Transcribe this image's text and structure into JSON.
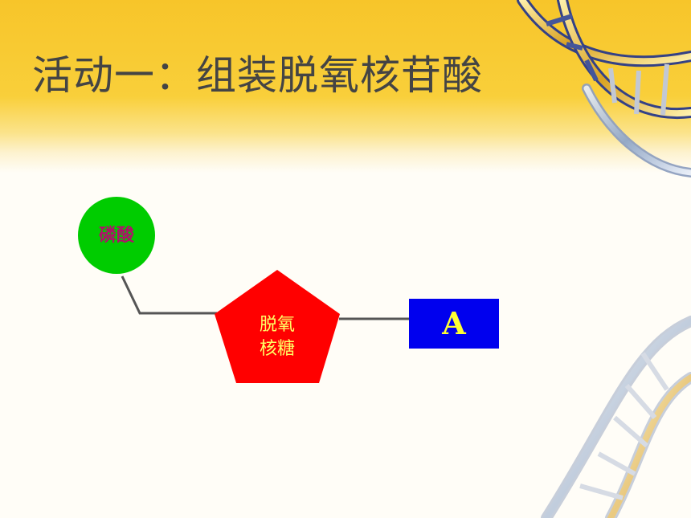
{
  "slide": {
    "title": "活动一：组装脱氧核苷酸"
  },
  "diagram": {
    "phosphate": {
      "label": "磷酸",
      "fill": "#00cc00"
    },
    "sugar": {
      "line1": "脱氧",
      "line2": "核糖",
      "fill": "#ff0000"
    },
    "base": {
      "label": "A",
      "fill": "#0000ee"
    },
    "bond_color": "#555555"
  },
  "theme": {
    "header_color": "#f7c52a",
    "title_color": "#444444",
    "background": "#fffdf7"
  },
  "decor": {
    "icon": "dna-helix-icon"
  }
}
